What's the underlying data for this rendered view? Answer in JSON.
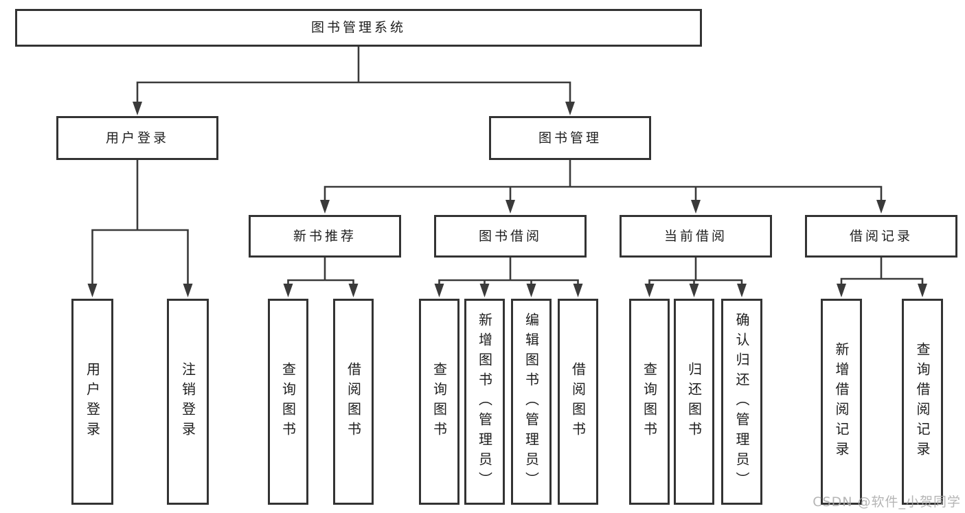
{
  "diagram": {
    "root_label": "图书管理系统",
    "branches": [
      {
        "label": "用户登录",
        "leaves": [
          "用户登录",
          "注销登录"
        ]
      },
      {
        "label": "图书管理",
        "groups": [
          {
            "label": "新书推荐",
            "leaves": [
              "查询图书",
              "借阅图书"
            ]
          },
          {
            "label": "图书借阅",
            "leaves": [
              "查询图书",
              "新增图书（管理员）",
              "编辑图书（管理员）",
              "借阅图书"
            ]
          },
          {
            "label": "当前借阅",
            "leaves": [
              "查询图书",
              "归还图书",
              "确认归还（管理员）"
            ]
          },
          {
            "label": "借阅记录",
            "leaves": [
              "新增借阅记录",
              "查询借阅记录"
            ]
          }
        ]
      }
    ]
  },
  "watermark": "CSDN @软件_小贺同学",
  "colors": {
    "line": "#3a3a3a",
    "border": "#333333",
    "box_fill": "#ffffff",
    "text": "#1e1e1e",
    "watermark": "#a9a9a9"
  }
}
